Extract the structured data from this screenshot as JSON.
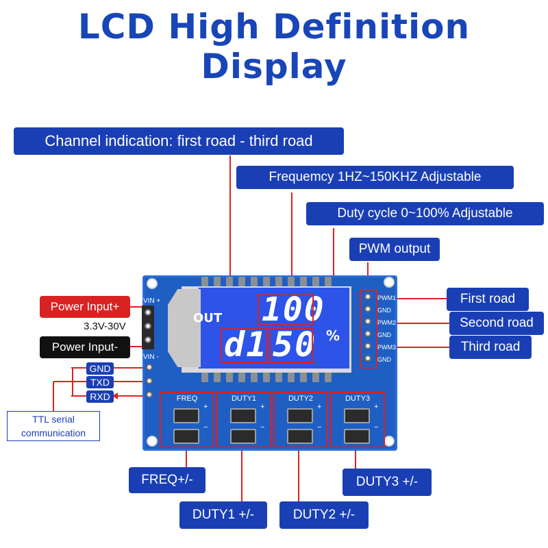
{
  "title": "LCD High Definition Display",
  "labels": {
    "channel": "Channel indication: first road - third road",
    "frequency": "Frequemcy 1HZ~150KHZ Adjustable",
    "duty": "Duty cycle 0~100% Adjustable",
    "pwm_output": "PWM output",
    "first_road": "First road",
    "second_road": "Second road",
    "third_road": "Third road",
    "power_plus": "Power Input+",
    "voltage": "3.3V-30V",
    "power_minus": "Power Input-",
    "gnd": "GND",
    "txd": "TXD",
    "rxd": "RXD",
    "ttl_line1": "TTL serial",
    "ttl_line2": "communication",
    "freq_btn": "FREQ+/-",
    "duty1_btn": "DUTY1 +/-",
    "duty2_btn": "DUTY2 +/-",
    "duty3_btn": "DUTY3 +/-"
  },
  "lcd": {
    "out": "OUT",
    "freq_value": "100",
    "channel_value": "d1",
    "duty_value": "50",
    "percent": "%"
  },
  "board": {
    "vin_plus": "VIN +",
    "vin_minus": "VIN -",
    "pwm1": "PWM1",
    "gnd1": "GND",
    "pwm2": "PWM2",
    "gnd2": "GND",
    "pwm3": "PWM3",
    "gnd3": "GND",
    "buttons": [
      {
        "name": "FREQ",
        "plus": "+",
        "minus": "−"
      },
      {
        "name": "DUTY1",
        "plus": "+",
        "minus": "−"
      },
      {
        "name": "DUTY2",
        "plus": "+",
        "minus": "−"
      },
      {
        "name": "DUTY3",
        "plus": "+",
        "minus": "−"
      }
    ]
  },
  "colors": {
    "title": "#1846b8",
    "label_bg": "#1a3fb5",
    "pointer": "#e02020",
    "power_plus_bg": "#d92222",
    "power_minus_bg": "#111111",
    "pcb": "#1f5fc4",
    "lcd": "#2d53e8"
  }
}
